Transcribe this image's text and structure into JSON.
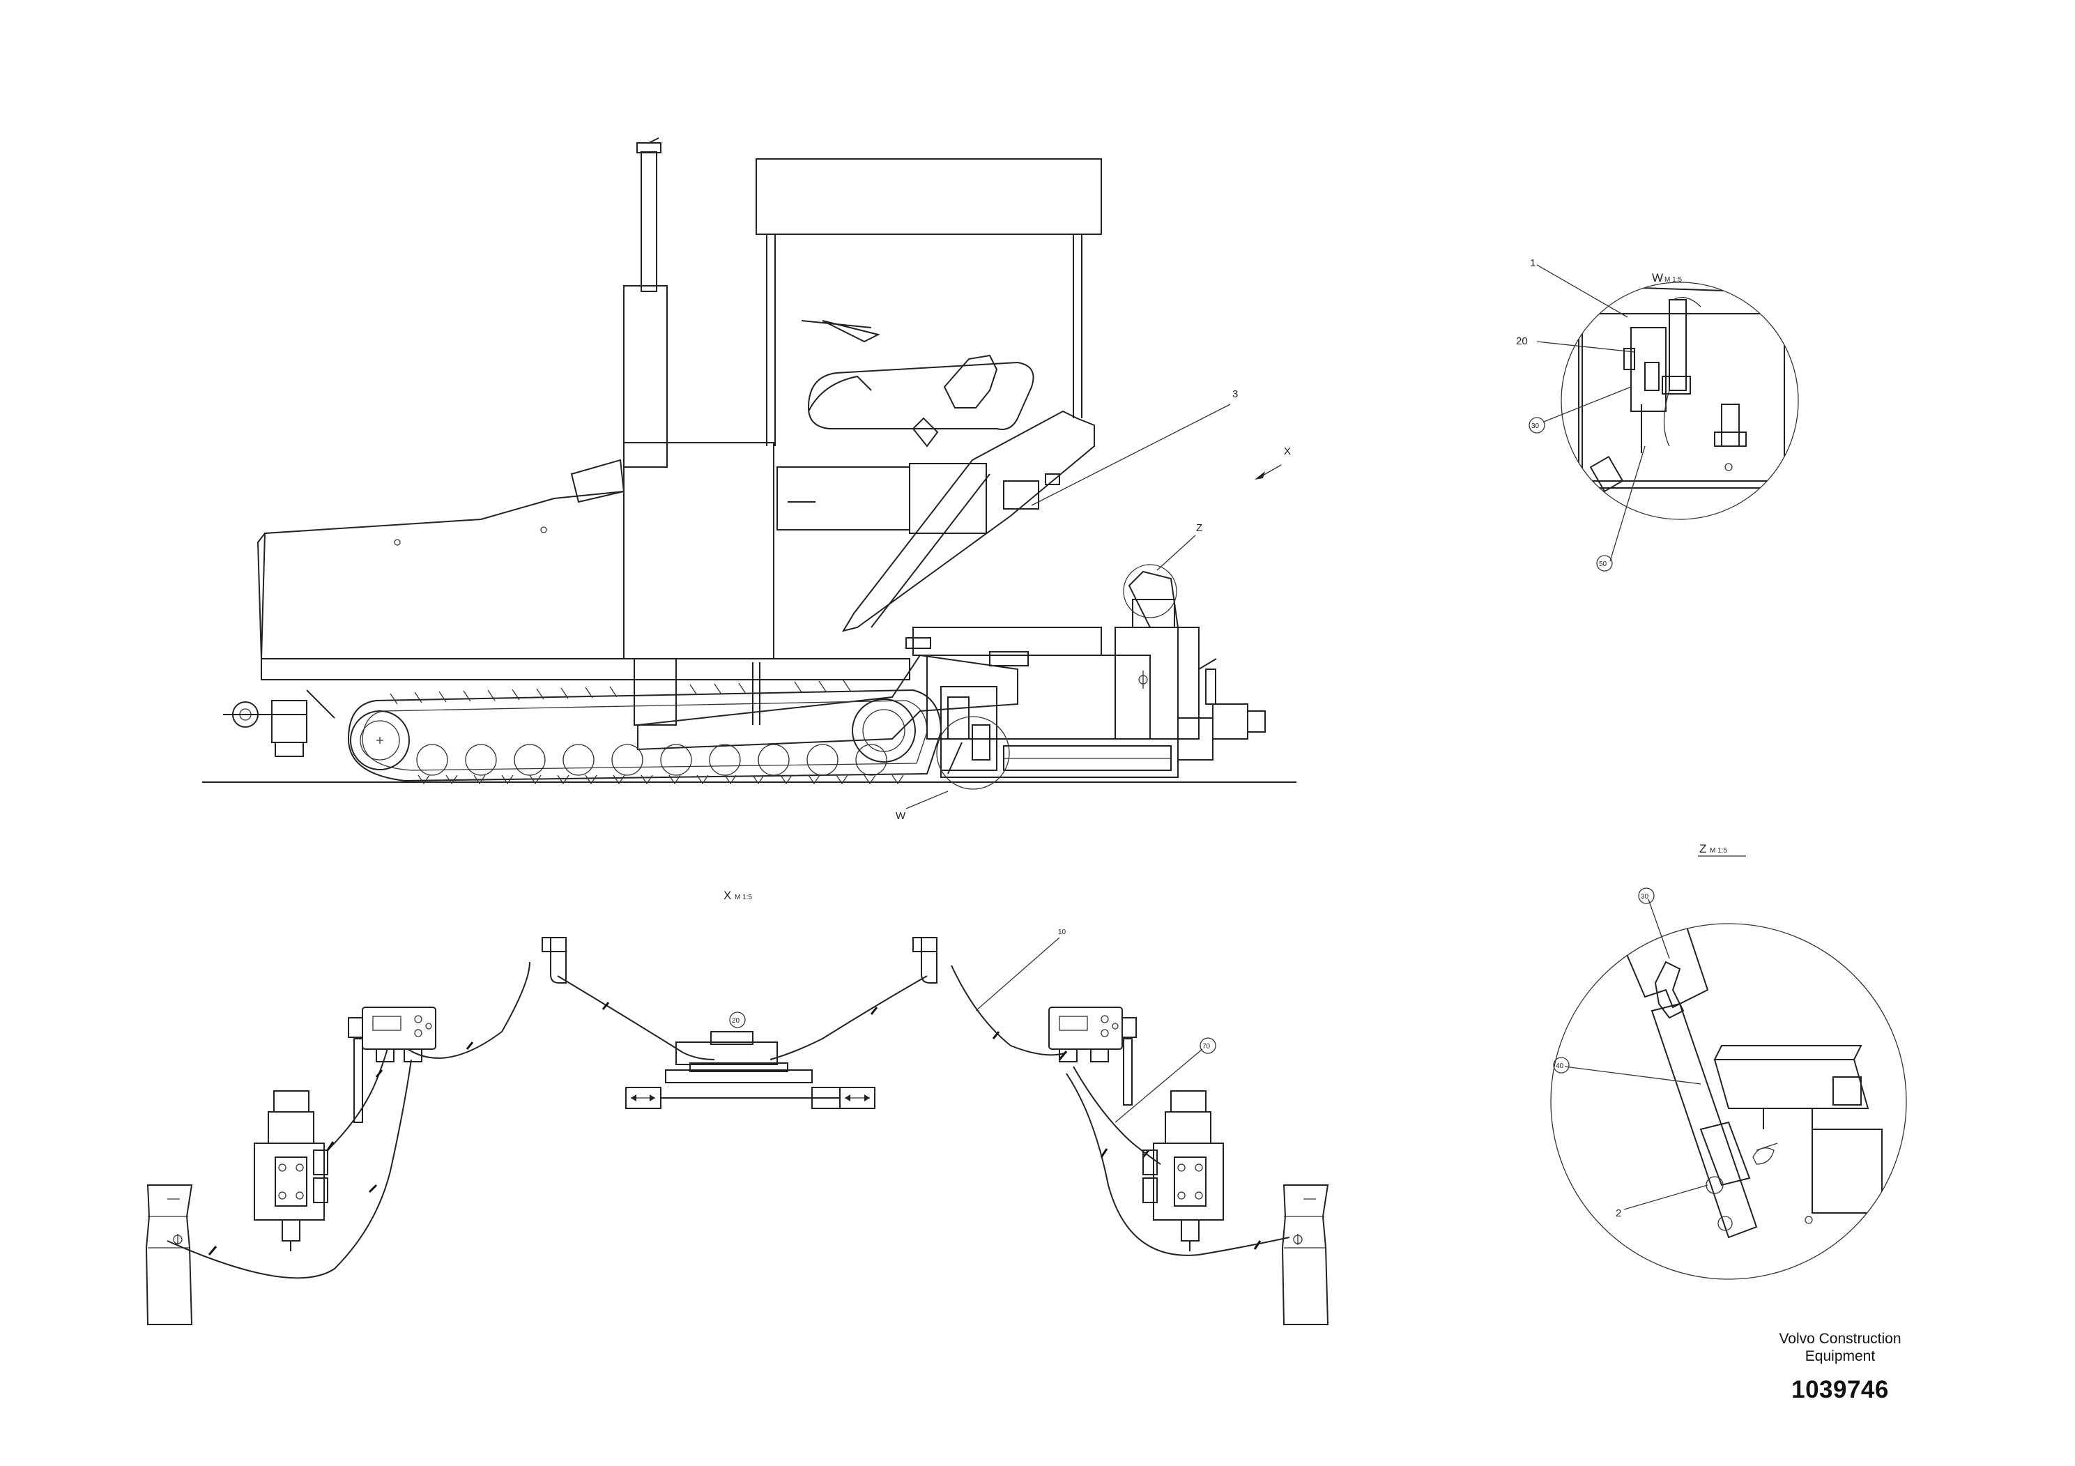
{
  "drawing": {
    "callouts": {
      "side_3": "3",
      "side_z": "Z",
      "side_x": "X",
      "side_w": "W",
      "w_1": "1",
      "w_20": "20",
      "w_30": "30",
      "w_50": "50",
      "x_10": "10",
      "x_20": "20",
      "x_70": "70",
      "z_30": "30",
      "z_40": "40",
      "z_2": "2"
    },
    "views": {
      "w_view": {
        "letter": "W",
        "scale": "M 1:5"
      },
      "x_view": {
        "letter": "X",
        "scale": "M 1:5"
      },
      "z_view": {
        "letter": "Z",
        "scale": "M 1:5"
      }
    }
  },
  "title_block": {
    "company_line1": "Volvo Construction",
    "company_line2": "Equipment",
    "drawing_number": "1039746"
  }
}
